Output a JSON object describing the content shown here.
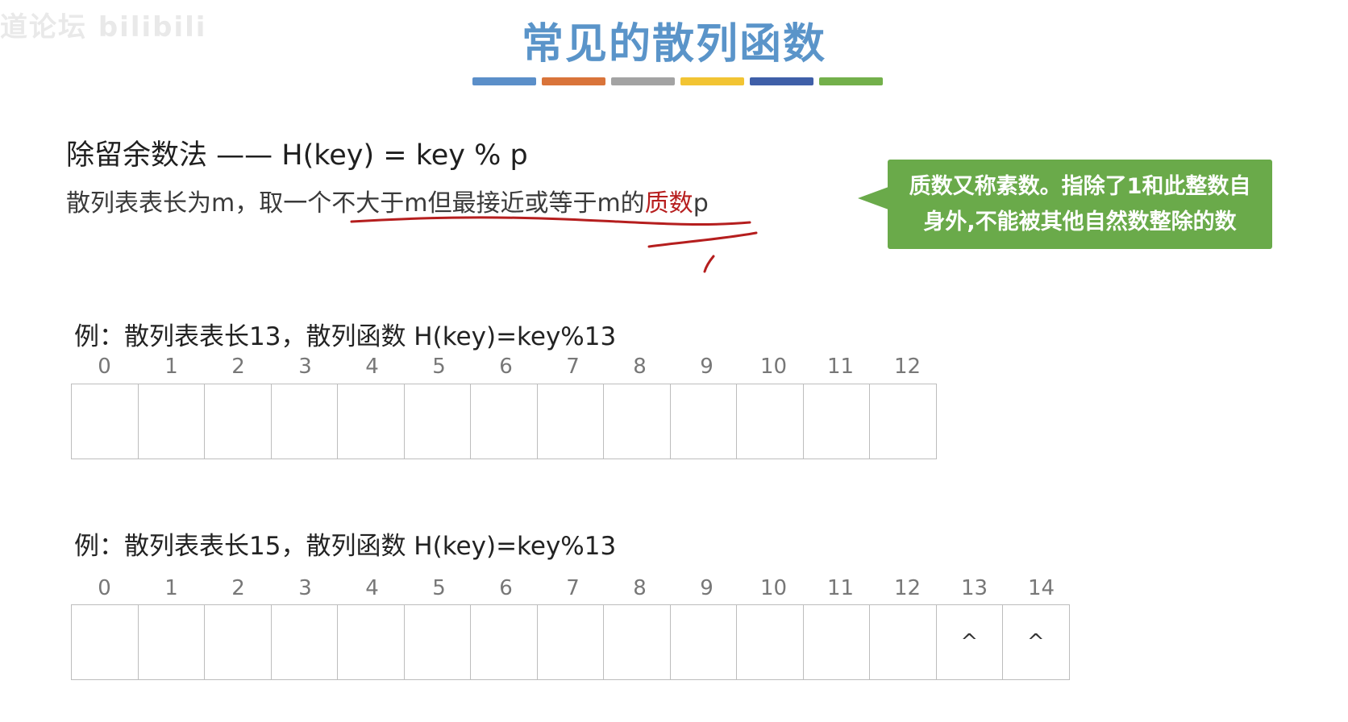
{
  "watermark": "道论坛 bilibili",
  "title": "常见的散列函数",
  "color_bar": [
    "#5b8fc9",
    "#d9743a",
    "#a3a3a3",
    "#f2c433",
    "#3f5fa8",
    "#73b04b"
  ],
  "method": {
    "heading": "除留余数法 —— H(key) = key % p",
    "desc_prefix": "散列表表长为m，取一个",
    "desc_underlined": "不大于m但最接近或等于m的",
    "desc_highlight": "质数",
    "desc_suffix": "p"
  },
  "callout": {
    "line1": "质数又称素数。指除了1和此整数自",
    "line2": "身外,不能被其他自然数整除的数"
  },
  "example1": {
    "label": "例：散列表表长13，散列函数 H(key)=key%13",
    "indices": [
      "0",
      "1",
      "2",
      "3",
      "4",
      "5",
      "6",
      "7",
      "8",
      "9",
      "10",
      "11",
      "12"
    ],
    "cells": [
      "",
      "",
      "",
      "",
      "",
      "",
      "",
      "",
      "",
      "",
      "",
      "",
      ""
    ]
  },
  "example2": {
    "label": "例：散列表表长15，散列函数 H(key)=key%13",
    "indices": [
      "0",
      "1",
      "2",
      "3",
      "4",
      "5",
      "6",
      "7",
      "8",
      "9",
      "10",
      "11",
      "12",
      "13",
      "14"
    ],
    "cells": [
      "",
      "",
      "",
      "",
      "",
      "",
      "",
      "",
      "",
      "",
      "",
      "",
      "",
      "^",
      "^"
    ]
  }
}
